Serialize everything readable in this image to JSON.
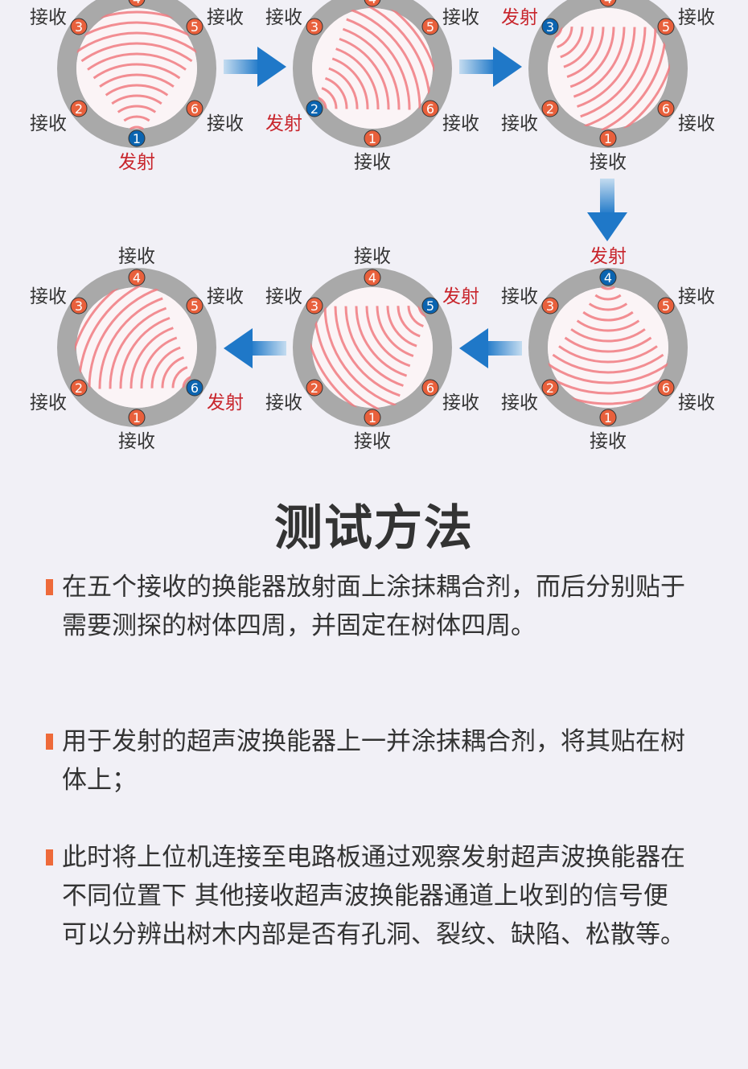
{
  "colors": {
    "ring": "#a9a9a9",
    "receiver": "#e8603c",
    "emitter": "#0b64b0",
    "wave": "#f07a80",
    "arrow": "#1f78c8",
    "label_receive": "#333333",
    "label_emit": "#c8252c"
  },
  "diagrams": [
    {
      "emitter": 1,
      "labels": {
        "2": "接收",
        "3": "接收",
        "5": "接收",
        "6": "接收",
        "1": "发射"
      }
    },
    {
      "emitter": 2,
      "labels": {
        "2": "发射",
        "3": "接收",
        "5": "接收",
        "6": "接收",
        "1": "接收"
      }
    },
    {
      "emitter": 3,
      "labels": {
        "2": "接收",
        "3": "发射",
        "5": "接收",
        "6": "接收",
        "1": "接收"
      }
    },
    {
      "emitter": 4,
      "labels": {
        "2": "接收",
        "3": "接收",
        "5": "接收",
        "6": "接收",
        "1": "接收",
        "4": "发射"
      }
    },
    {
      "emitter": 5,
      "labels": {
        "2": "接收",
        "3": "接收",
        "5": "发射",
        "6": "接收",
        "1": "接收",
        "4": "接收"
      }
    },
    {
      "emitter": 6,
      "labels": {
        "2": "接收",
        "3": "接收",
        "5": "接收",
        "6": "发射",
        "1": "接收",
        "4": "接收"
      }
    }
  ],
  "section_title": "测试方法",
  "paragraphs": [
    "在五个接收的换能器放射面上涂抹耦合剂，而后分别贴于需要测探的树体四周，并固定在树体四周。",
    "用于发射的超声波换能器上一并涂抹耦合剂，将其贴在树体上；",
    "此时将上位机连接至电路板通过观察发射超声波换能器在不同位置下 其他接收超声波换能器通道上收到的信号便可以分辨出树木内部是否有孔洞、裂纹、缺陷、松散等。"
  ]
}
